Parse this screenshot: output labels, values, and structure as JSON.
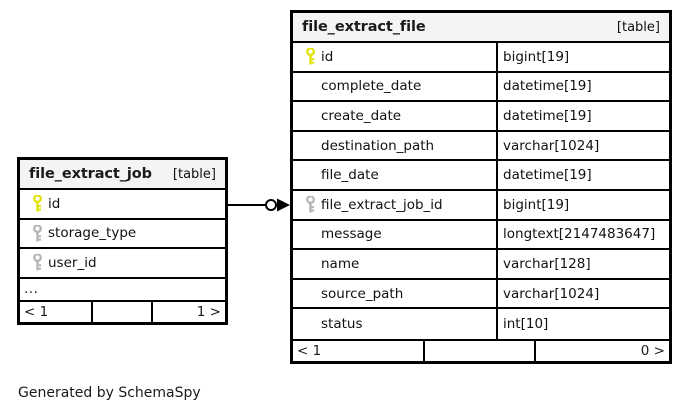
{
  "diagram": {
    "credit": "Generated by SchemaSpy",
    "tables": [
      {
        "id": "file_extract_job",
        "title": "file_extract_job",
        "kind": "[table]",
        "columns": [
          {
            "key": "primary",
            "name": "id",
            "type": ""
          },
          {
            "key": "index",
            "name": "storage_type",
            "type": ""
          },
          {
            "key": "index",
            "name": "user_id",
            "type": ""
          }
        ],
        "ellipsis": "...",
        "footer": {
          "left": "< 1",
          "middle": "",
          "right": "1 >"
        }
      },
      {
        "id": "file_extract_file",
        "title": "file_extract_file",
        "kind": "[table]",
        "columns": [
          {
            "key": "primary",
            "name": "id",
            "type": "bigint[19]"
          },
          {
            "key": "none",
            "name": "complete_date",
            "type": "datetime[19]"
          },
          {
            "key": "none",
            "name": "create_date",
            "type": "datetime[19]"
          },
          {
            "key": "none",
            "name": "destination_path",
            "type": "varchar[1024]"
          },
          {
            "key": "none",
            "name": "file_date",
            "type": "datetime[19]"
          },
          {
            "key": "foreign",
            "name": "file_extract_job_id",
            "type": "bigint[19]"
          },
          {
            "key": "none",
            "name": "message",
            "type": "longtext[2147483647]"
          },
          {
            "key": "none",
            "name": "name",
            "type": "varchar[128]"
          },
          {
            "key": "none",
            "name": "source_path",
            "type": "varchar[1024]"
          },
          {
            "key": "none",
            "name": "status",
            "type": "int[10]"
          }
        ],
        "ellipsis": "",
        "footer": {
          "left": "< 1",
          "middle": "",
          "right": "0 >"
        }
      }
    ],
    "relationship": {
      "from_table": "file_extract_job",
      "from_column": "id",
      "to_table": "file_extract_file",
      "to_column": "file_extract_job_id",
      "start_marker": "circle-zero",
      "end_marker": "arrow-many"
    },
    "colors": {
      "primary_key": "#e8e800",
      "secondary_key": "#b0b0b0",
      "border": "#000000",
      "header_background": "#f4f4f4",
      "page_background": "#ffffff",
      "text": "#111111"
    }
  }
}
